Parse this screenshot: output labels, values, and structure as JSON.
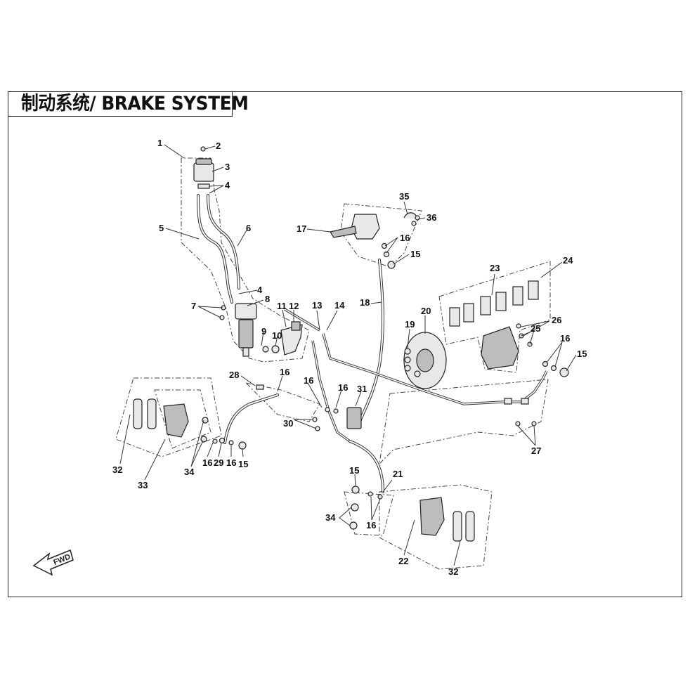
{
  "title": "制动系统/ BRAKE SYSTEM",
  "fwd_label": "FWD",
  "callouts": {
    "c1": "1",
    "c2": "2",
    "c3": "3",
    "c4a": "4",
    "c4b": "4",
    "c5": "5",
    "c6": "6",
    "c7": "7",
    "c8": "8",
    "c9": "9",
    "c10": "10",
    "c11": "11",
    "c12": "12",
    "c13": "13",
    "c14": "14",
    "c15a": "15",
    "c15b": "15",
    "c15c": "15",
    "c15d": "15",
    "c16a": "16",
    "c16b": "16",
    "c16c": "16",
    "c16d": "16",
    "c16e": "16",
    "c16f": "16",
    "c16g": "16",
    "c16h": "16",
    "c17": "17",
    "c18": "18",
    "c19": "19",
    "c20": "20",
    "c21": "21",
    "c22": "22",
    "c23": "23",
    "c24": "24",
    "c25": "25",
    "c26": "26",
    "c27": "27",
    "c28": "28",
    "c29": "29",
    "c30": "30",
    "c31": "31",
    "c32a": "32",
    "c32b": "32",
    "c33": "33",
    "c34a": "34",
    "c34b": "34",
    "c35": "35",
    "c36": "36"
  }
}
